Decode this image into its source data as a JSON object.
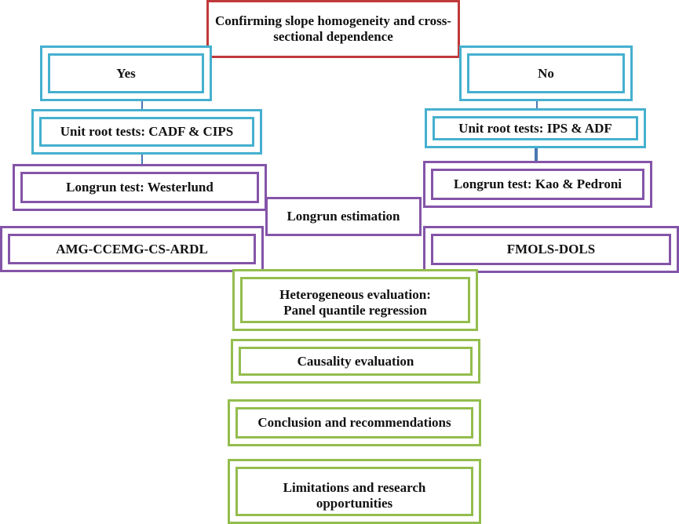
{
  "top": {
    "label": "Confirming slope homogeneity and cross-sectional dependence"
  },
  "left": {
    "branch": "Yes",
    "unit_root": "Unit root tests: CADF & CIPS",
    "longrun_test": "Longrun test: Westerlund",
    "estimator": "AMG-CCEMG-CS-ARDL"
  },
  "right": {
    "branch": "No",
    "unit_root": "Unit root tests: IPS & ADF",
    "longrun_test": "Longrun test: Kao & Pedroni",
    "estimator": "FMOLS-DOLS"
  },
  "center": {
    "longrun_estimation": "Longrun estimation",
    "heterogeneous": "Heterogeneous evaluation: Panel quantile regression",
    "causality": "Causality evaluation",
    "conclusion": "Conclusion and recommendations",
    "limitations": "Limitations and research opportunities"
  }
}
